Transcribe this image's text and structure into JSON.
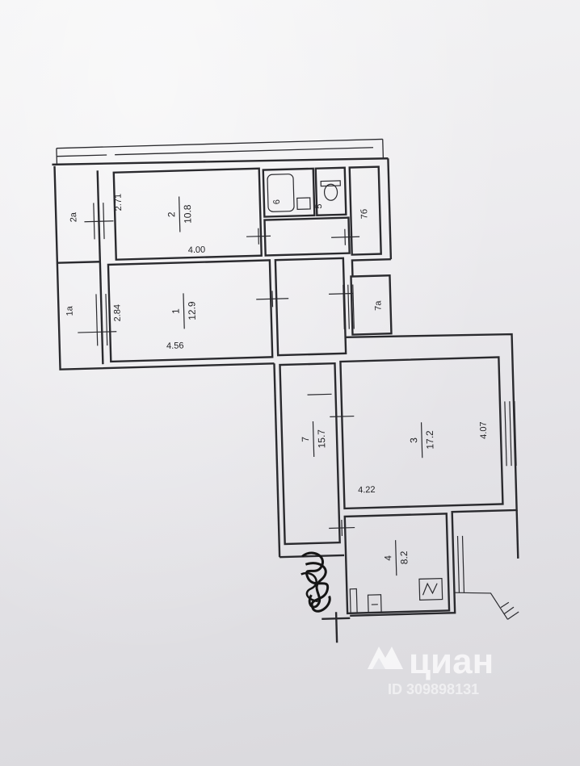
{
  "rooms": [
    {
      "id": "1",
      "area": "12.9"
    },
    {
      "id": "2",
      "area": "10.8"
    },
    {
      "id": "3",
      "area": "17.2"
    },
    {
      "id": "4",
      "area": "8.2"
    },
    {
      "id": "7",
      "area": "15.7"
    }
  ],
  "small_labels": {
    "r1a": "1а",
    "r2a": "2а",
    "r5": "5",
    "r6": "6",
    "r7a": "7а",
    "r7b": "7б"
  },
  "dimensions": {
    "d400": "4.00",
    "d271": "2.71",
    "d456": "4.56",
    "d284": "2.84",
    "d407": "4.07",
    "d422": "4.22"
  },
  "watermark": {
    "brand": "циан",
    "id": "ID 309898131"
  }
}
